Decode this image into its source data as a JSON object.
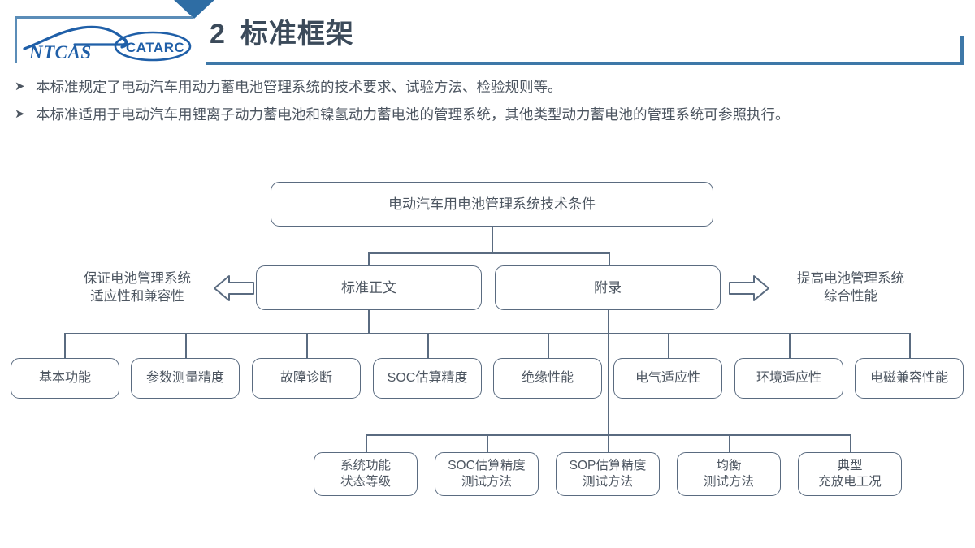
{
  "header": {
    "section_number": "2",
    "title": "标准框架",
    "logo_primary": "NTCAS",
    "logo_secondary": "CATARC",
    "accent_color": "#3e78a8",
    "triangle_color": "#2e6da4",
    "title_color": "#3b4a5a"
  },
  "bullets": [
    {
      "marker": "➤",
      "text": "本标准规定了电动汽车用动力蓄电池管理系统的技术要求、试验方法、检验规则等。"
    },
    {
      "marker": "➤",
      "text": "本标准适用于电动汽车用锂离子动力蓄电池和镍氢动力蓄电池的管理系统，其他类型动力蓄电池的管理系统可参照执行。"
    }
  ],
  "diagram": {
    "root": "电动汽车用电池管理系统技术条件",
    "level2": [
      {
        "label": "标准正文"
      },
      {
        "label": "附录"
      }
    ],
    "side_labels": {
      "left": "保证电池管理系统\n适应性和兼容性",
      "left_line1": "保证电池管理系统",
      "left_line2": "适应性和兼容性",
      "right_line1": "提高电池管理系统",
      "right_line2": "综合性能"
    },
    "level3": [
      {
        "label": "基本功能"
      },
      {
        "label": "参数测量精度"
      },
      {
        "label": "故障诊断"
      },
      {
        "label": "SOC估算精度"
      },
      {
        "label": "绝缘性能"
      },
      {
        "label": "电气适应性"
      },
      {
        "label": "环境适应性"
      },
      {
        "label": "电磁兼容性能"
      }
    ],
    "level4": [
      {
        "line1": "系统功能",
        "line2": "状态等级"
      },
      {
        "line1": "SOC估算精度",
        "line2": "测试方法"
      },
      {
        "line1": "SOP估算精度",
        "line2": "测试方法"
      },
      {
        "line1": "均衡",
        "line2": "测试方法"
      },
      {
        "line1": "典型",
        "line2": "充放电工况"
      }
    ],
    "border_color": "#5a6b80",
    "text_color": "#4d5661"
  }
}
